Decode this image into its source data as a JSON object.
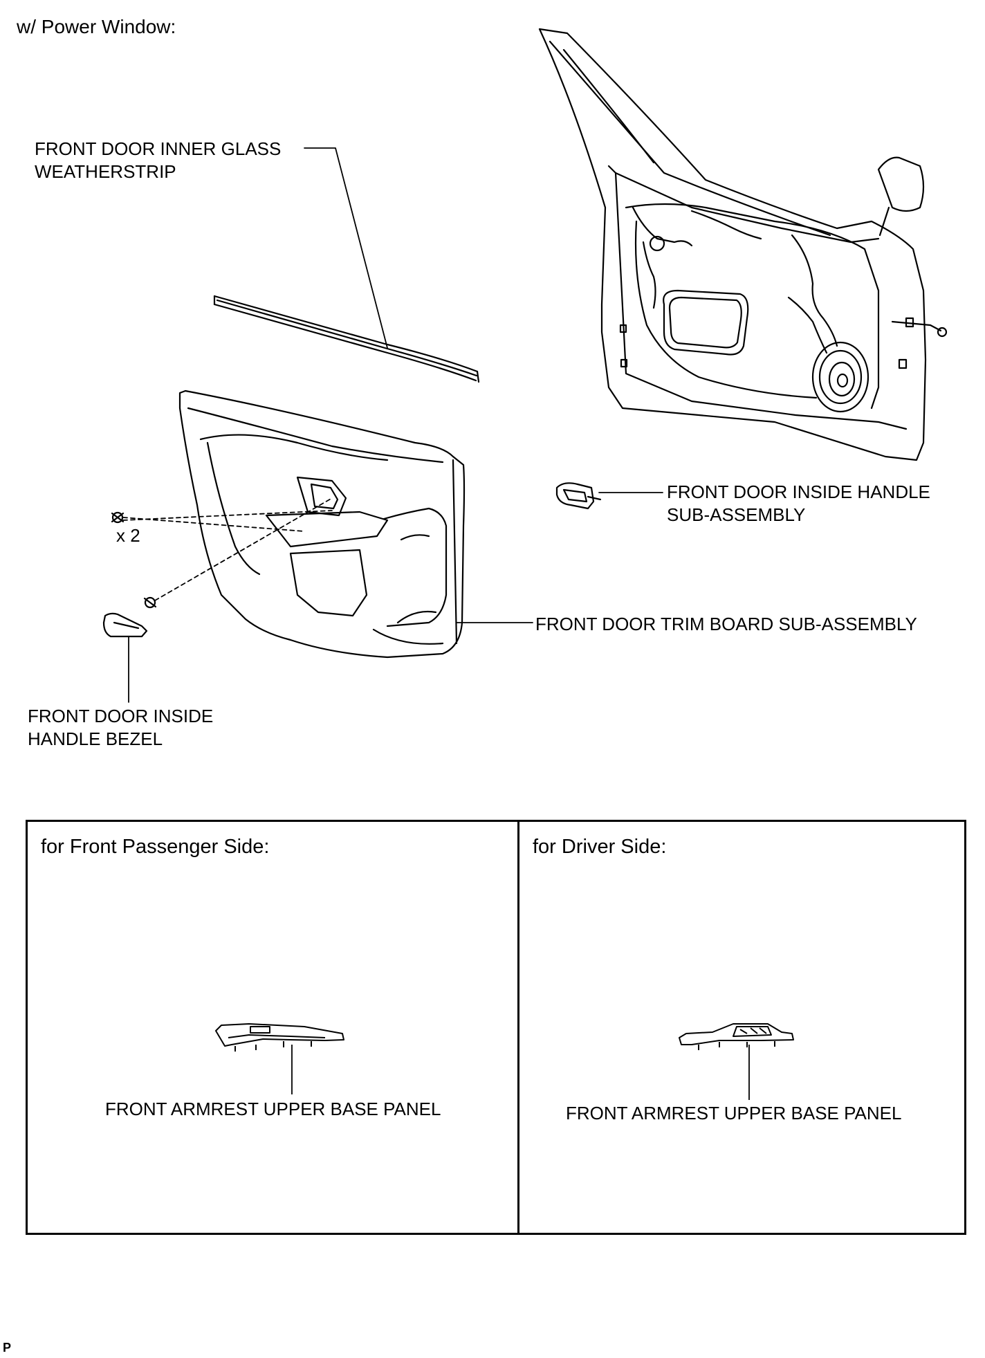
{
  "header": {
    "title": "w/ Power Window:"
  },
  "labels": {
    "weatherstrip": "FRONT DOOR INNER GLASS\nWEATHERSTRIP",
    "inside_handle": "FRONT DOOR INSIDE HANDLE\nSUB-ASSEMBLY",
    "trim_board": "FRONT DOOR TRIM BOARD SUB-ASSEMBLY",
    "bezel": "FRONT DOOR INSIDE\nHANDLE BEZEL",
    "screw_count": "x 2"
  },
  "panels": {
    "passenger": {
      "title": "for Front Passenger Side:",
      "label": "FRONT ARMREST UPPER BASE PANEL"
    },
    "driver": {
      "title": "for Driver Side:",
      "label": "FRONT ARMREST UPPER BASE PANEL"
    }
  },
  "footer": {
    "code": "P"
  },
  "colors": {
    "line": "#000000",
    "background": "#ffffff"
  }
}
